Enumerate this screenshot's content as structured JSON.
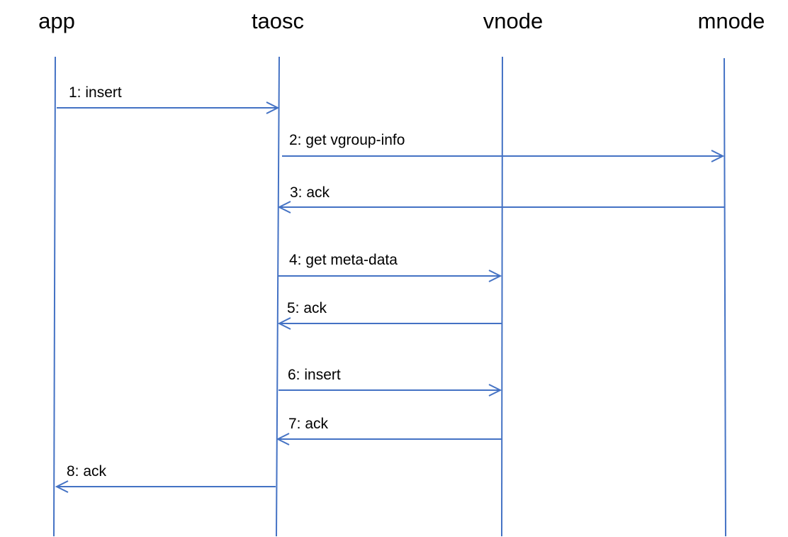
{
  "colors": {
    "line": "#4472c4",
    "text": "#000000",
    "background": "#ffffff"
  },
  "participants": [
    {
      "id": "app",
      "label": "app"
    },
    {
      "id": "taosc",
      "label": "taosc"
    },
    {
      "id": "vnode",
      "label": "vnode"
    },
    {
      "id": "mnode",
      "label": "mnode"
    }
  ],
  "messages": [
    {
      "from": "app",
      "to": "taosc",
      "label": "1: insert"
    },
    {
      "from": "taosc",
      "to": "mnode",
      "label": "2: get vgroup-info"
    },
    {
      "from": "mnode",
      "to": "taosc",
      "label": "3: ack"
    },
    {
      "from": "taosc",
      "to": "vnode",
      "label": "4: get meta-data"
    },
    {
      "from": "vnode",
      "to": "taosc",
      "label": "5: ack"
    },
    {
      "from": "taosc",
      "to": "vnode",
      "label": "6: insert"
    },
    {
      "from": "vnode",
      "to": "taosc",
      "label": "7: ack"
    },
    {
      "from": "taosc",
      "to": "app",
      "label": "8: ack"
    }
  ]
}
